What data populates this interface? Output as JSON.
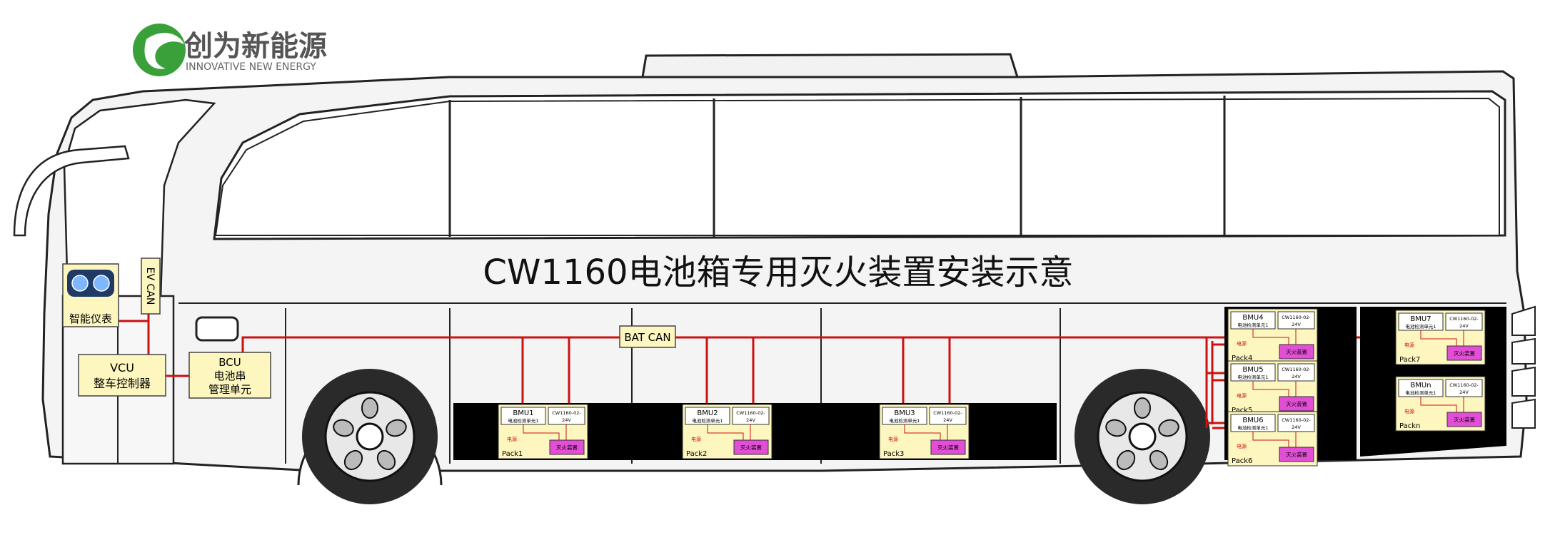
{
  "logo": {
    "name_cn": "创为新能源",
    "name_en": "INNOVATIVE NEW ENERGY",
    "brand_color": "#3aa13a"
  },
  "title": "CW1160电池箱专用灭火装置安装示意",
  "labels": {
    "dashboard": "智能仪表",
    "ev_can": "EV CAN",
    "vcu_line1": "VCU",
    "vcu_line2": "整车控制器",
    "bcu_line1": "BCU",
    "bcu_line2": "电池串",
    "bcu_line3": "管理单元",
    "bat_can": "BAT CAN"
  },
  "packs": [
    {
      "bmu": "BMU1",
      "bmu_sub": "电池检测单元1",
      "model1": "CW1160-02-",
      "model2": "24V",
      "power": "电源",
      "device": "灭火装置",
      "pack": "Pack1"
    },
    {
      "bmu": "BMU2",
      "bmu_sub": "电池检测单元1",
      "model1": "CW1160-02-",
      "model2": "24V",
      "power": "电源",
      "device": "灭火装置",
      "pack": "Pack2"
    },
    {
      "bmu": "BMU3",
      "bmu_sub": "电池检测单元1",
      "model1": "CW1160-02-",
      "model2": "24V",
      "power": "电源",
      "device": "灭火装置",
      "pack": "Pack3"
    },
    {
      "bmu": "BMU4",
      "bmu_sub": "电池检测单元1",
      "model1": "CW1160-02-",
      "model2": "24V",
      "power": "电源",
      "device": "灭火装置",
      "pack": "Pack4"
    },
    {
      "bmu": "BMU5",
      "bmu_sub": "电池检测单元1",
      "model1": "CW1160-02-",
      "model2": "24V",
      "power": "电源",
      "device": "灭火装置",
      "pack": "Pack5"
    },
    {
      "bmu": "BMU6",
      "bmu_sub": "电池检测单元1",
      "model1": "CW1160-02-",
      "model2": "24V",
      "power": "电源",
      "device": "灭火装置",
      "pack": "Pack6"
    },
    {
      "bmu": "BMU7",
      "bmu_sub": "电池检测单元1",
      "model1": "CW1160-02-",
      "model2": "24V",
      "power": "电源",
      "device": "灭火装置",
      "pack": "Pack7"
    },
    {
      "bmu": "BMUn",
      "bmu_sub": "电池检测单元1",
      "model1": "CW1160-02-",
      "model2": "24V",
      "power": "电源",
      "device": "灭火装置",
      "pack": "Packn"
    }
  ],
  "colors": {
    "can_line": "#cc1111",
    "box_fill": "#fdf6bf",
    "device_fill": "#e24fd6",
    "pack_bg": "#000000"
  }
}
